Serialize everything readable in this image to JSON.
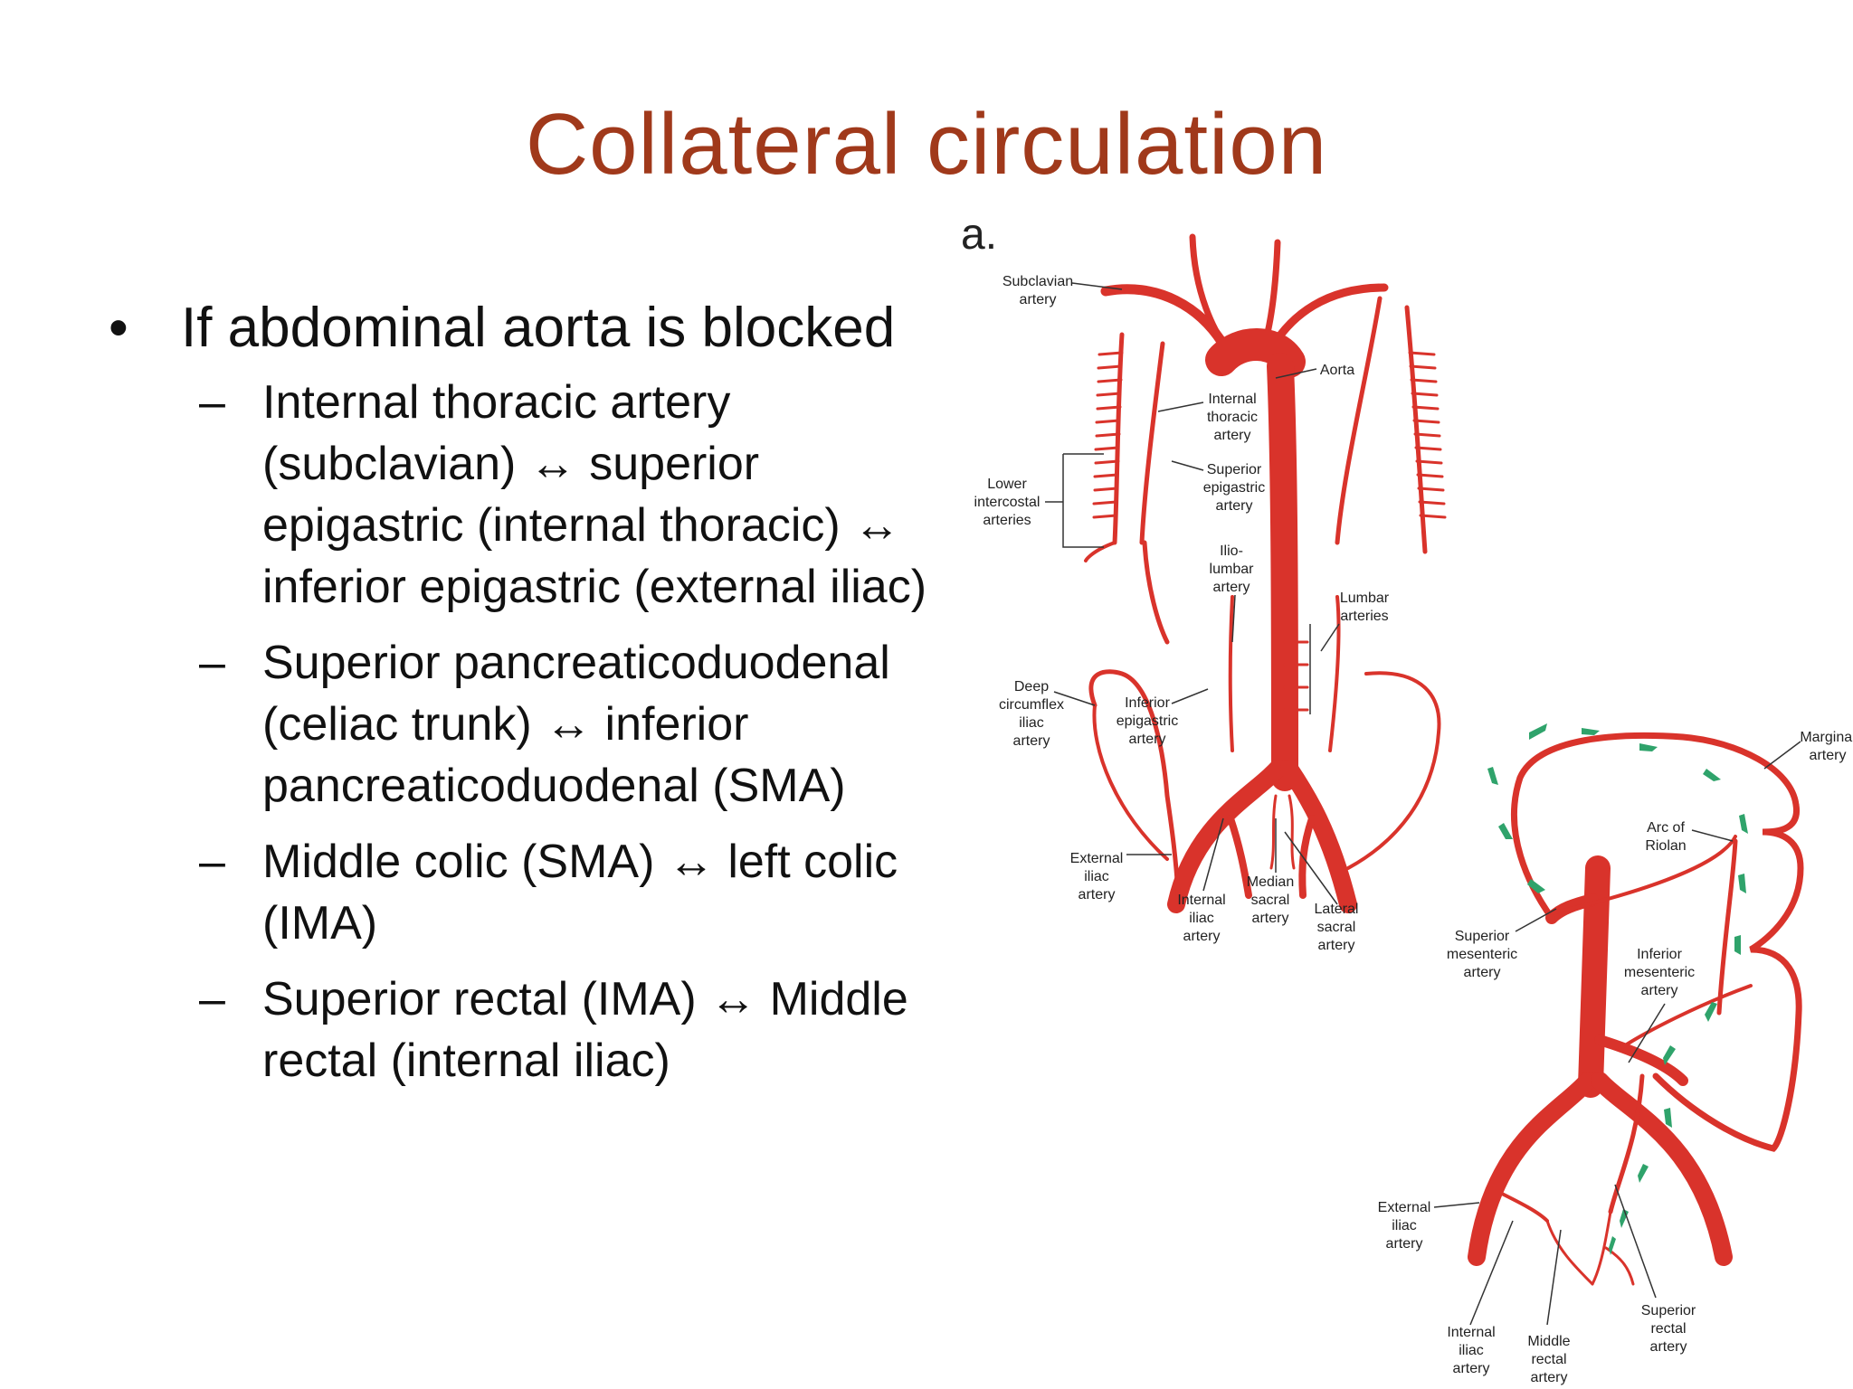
{
  "slide": {
    "title": "Collateral circulation",
    "bullet": "If abdominal aorta is blocked",
    "subitems": [
      "Internal thoracic artery (subclavian) ↔ superior epigastric (internal thoracic) ↔ inferior epigastric (external iliac)",
      "Superior pancreaticoduodenal (celiac trunk) ↔ inferior pancreaticoduodenal (SMA)",
      "Middle colic (SMA) ↔ left colic (IMA)",
      "Superior rectal (IMA) ↔ Middle rectal (internal iliac)"
    ]
  },
  "figure": {
    "panel_label": "a.",
    "colors": {
      "artery": "#d9332b",
      "arrow": "#2fa36b",
      "title": "#a0391b"
    },
    "labels_a": {
      "subclavian_1": "Subclavian",
      "subclavian_2": "artery",
      "aorta": "Aorta",
      "int_thoracic_1": "Internal",
      "int_thoracic_2": "thoracic",
      "int_thoracic_3": "artery",
      "sup_epi_1": "Superior",
      "sup_epi_2": "epigastric",
      "sup_epi_3": "artery",
      "lower_ic_1": "Lower",
      "lower_ic_2": "intercostal",
      "lower_ic_3": "arteries",
      "ilio_1": "Ilio-",
      "ilio_2": "lumbar",
      "ilio_3": "artery",
      "lumbar_1": "Lumbar",
      "lumbar_2": "arteries",
      "deep_1": "Deep",
      "deep_2": "circumflex",
      "deep_3": "iliac",
      "deep_4": "artery",
      "inf_epi_1": "Inferior",
      "inf_epi_2": "epigastric",
      "inf_epi_3": "artery",
      "ext_iliac_1": "External",
      "ext_iliac_2": "iliac",
      "ext_iliac_3": "artery",
      "int_iliac_1": "Internal",
      "int_iliac_2": "iliac",
      "int_iliac_3": "artery",
      "median_1": "Median",
      "median_2": "sacral",
      "median_3": "artery",
      "lateral_1": "Lateral",
      "lateral_2": "sacral",
      "lateral_3": "artery"
    },
    "labels_b": {
      "marginal_1": "Marginal",
      "marginal_2": "artery",
      "arc_1": "Arc of",
      "arc_2": "Riolan",
      "sma_1": "Superior",
      "sma_2": "mesenteric",
      "sma_3": "artery",
      "ima_1": "Inferior",
      "ima_2": "mesenteric",
      "ima_3": "artery",
      "ext_iliac_1": "External",
      "ext_iliac_2": "iliac",
      "ext_iliac_3": "artery",
      "int_iliac_1": "Internal",
      "int_iliac_2": "iliac",
      "int_iliac_3": "artery",
      "mid_rectal_1": "Middle",
      "mid_rectal_2": "rectal",
      "mid_rectal_3": "artery",
      "sup_rectal_1": "Superior",
      "sup_rectal_2": "rectal",
      "sup_rectal_3": "artery"
    }
  }
}
